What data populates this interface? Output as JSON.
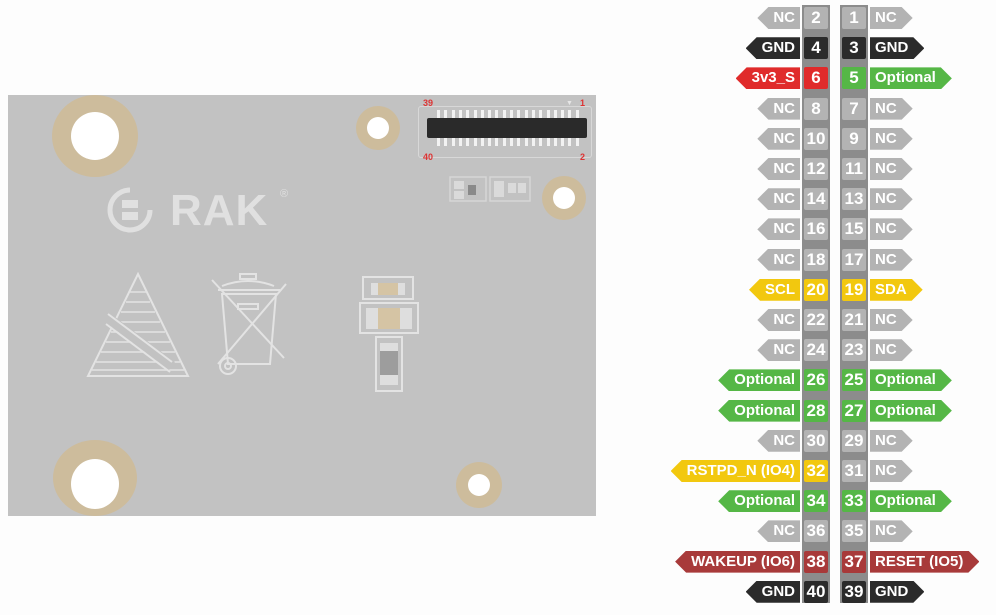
{
  "diagram": {
    "title": "RAK WisBlock 40-pin connector pinout",
    "colors": {
      "nc": "#b3b3b3",
      "gnd": "#2b2b2b",
      "power": "#e02b2b",
      "optional": "#55b746",
      "i2c": "#f2c80f",
      "control": "#a83a3a",
      "board": "#c2c2c2",
      "mount_ring": "#cdbc9c"
    },
    "board": {
      "logo": "RAK",
      "logo_reg": "®",
      "connector_labels": {
        "top_left": "39",
        "top_right": "1",
        "bottom_left": "40",
        "bottom_right": "2"
      }
    },
    "pins_even": [
      {
        "num": "2",
        "label": "NC",
        "type": "nc"
      },
      {
        "num": "4",
        "label": "GND",
        "type": "gnd"
      },
      {
        "num": "6",
        "label": "3v3_S",
        "type": "power"
      },
      {
        "num": "8",
        "label": "NC",
        "type": "nc"
      },
      {
        "num": "10",
        "label": "NC",
        "type": "nc"
      },
      {
        "num": "12",
        "label": "NC",
        "type": "nc"
      },
      {
        "num": "14",
        "label": "NC",
        "type": "nc"
      },
      {
        "num": "16",
        "label": "NC",
        "type": "nc"
      },
      {
        "num": "18",
        "label": "NC",
        "type": "nc"
      },
      {
        "num": "20",
        "label": "SCL",
        "type": "i2c"
      },
      {
        "num": "22",
        "label": "NC",
        "type": "nc"
      },
      {
        "num": "24",
        "label": "NC",
        "type": "nc"
      },
      {
        "num": "26",
        "label": "Optional",
        "type": "optional"
      },
      {
        "num": "28",
        "label": "Optional",
        "type": "optional"
      },
      {
        "num": "30",
        "label": "NC",
        "type": "nc"
      },
      {
        "num": "32",
        "label": "RSTPD_N (IO4)",
        "type": "i2c"
      },
      {
        "num": "34",
        "label": "Optional",
        "type": "optional"
      },
      {
        "num": "36",
        "label": "NC",
        "type": "nc"
      },
      {
        "num": "38",
        "label": "WAKEUP (IO6)",
        "type": "control"
      },
      {
        "num": "40",
        "label": "GND",
        "type": "gnd"
      }
    ],
    "pins_odd": [
      {
        "num": "1",
        "label": "NC",
        "type": "nc"
      },
      {
        "num": "3",
        "label": "GND",
        "type": "gnd"
      },
      {
        "num": "5",
        "label": "Optional",
        "type": "optional"
      },
      {
        "num": "7",
        "label": "NC",
        "type": "nc"
      },
      {
        "num": "9",
        "label": "NC",
        "type": "nc"
      },
      {
        "num": "11",
        "label": "NC",
        "type": "nc"
      },
      {
        "num": "13",
        "label": "NC",
        "type": "nc"
      },
      {
        "num": "15",
        "label": "NC",
        "type": "nc"
      },
      {
        "num": "17",
        "label": "NC",
        "type": "nc"
      },
      {
        "num": "19",
        "label": "SDA",
        "type": "i2c"
      },
      {
        "num": "21",
        "label": "NC",
        "type": "nc"
      },
      {
        "num": "23",
        "label": "NC",
        "type": "nc"
      },
      {
        "num": "25",
        "label": "Optional",
        "type": "optional"
      },
      {
        "num": "27",
        "label": "Optional",
        "type": "optional"
      },
      {
        "num": "29",
        "label": "NC",
        "type": "nc"
      },
      {
        "num": "31",
        "label": "NC",
        "type": "nc"
      },
      {
        "num": "33",
        "label": "Optional",
        "type": "optional"
      },
      {
        "num": "35",
        "label": "NC",
        "type": "nc"
      },
      {
        "num": "37",
        "label": "RESET (IO5)",
        "type": "control"
      },
      {
        "num": "39",
        "label": "GND",
        "type": "gnd"
      }
    ]
  }
}
